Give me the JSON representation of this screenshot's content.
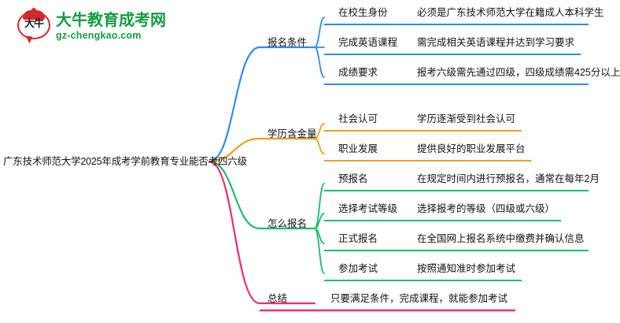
{
  "logo": {
    "mark_text": "大牛",
    "brand_cn": "大牛教育成考网",
    "brand_url": "gz-chengkao.com",
    "brand_color": "#159b43",
    "mark_color": "#d6272c"
  },
  "mindmap": {
    "root": {
      "label": "广东技术师范大学2025年成考学前教育专业能否考四六级"
    },
    "branches": [
      {
        "label": "报名条件",
        "color": "#2d8cf0",
        "children": [
          {
            "label": "在校生身份",
            "detail": "必须是广东技术师范大学在籍成人本科学生"
          },
          {
            "label": "完成英语课程",
            "detail": "需完成相关英语课程并达到学习要求"
          },
          {
            "label": "成绩要求",
            "detail": "报考六级需先通过四级，四级成绩需425分以上"
          }
        ]
      },
      {
        "label": "学历含金量",
        "color": "#f0a020",
        "children": [
          {
            "label": "社会认可",
            "detail": "学历逐渐受到社会认可"
          },
          {
            "label": "职业发展",
            "detail": "提供良好的职业发展平台"
          }
        ]
      },
      {
        "label": "怎么报名",
        "color": "#19be6b",
        "children": [
          {
            "label": "预报名",
            "detail": "在规定时间内进行预报名，通常在每年2月"
          },
          {
            "label": "选择考试等级",
            "detail": "选择报考的等级（四级或六级）"
          },
          {
            "label": "正式报名",
            "detail": "在全国网上报名系统中缴费并确认信息"
          },
          {
            "label": "参加考试",
            "detail": "按照通知准时参加考试"
          }
        ]
      },
      {
        "label": "总结",
        "color": "#ed2f79",
        "children": [
          {
            "label": "",
            "detail": "只要满足条件，完成课程，就能参加考试"
          }
        ]
      }
    ]
  }
}
